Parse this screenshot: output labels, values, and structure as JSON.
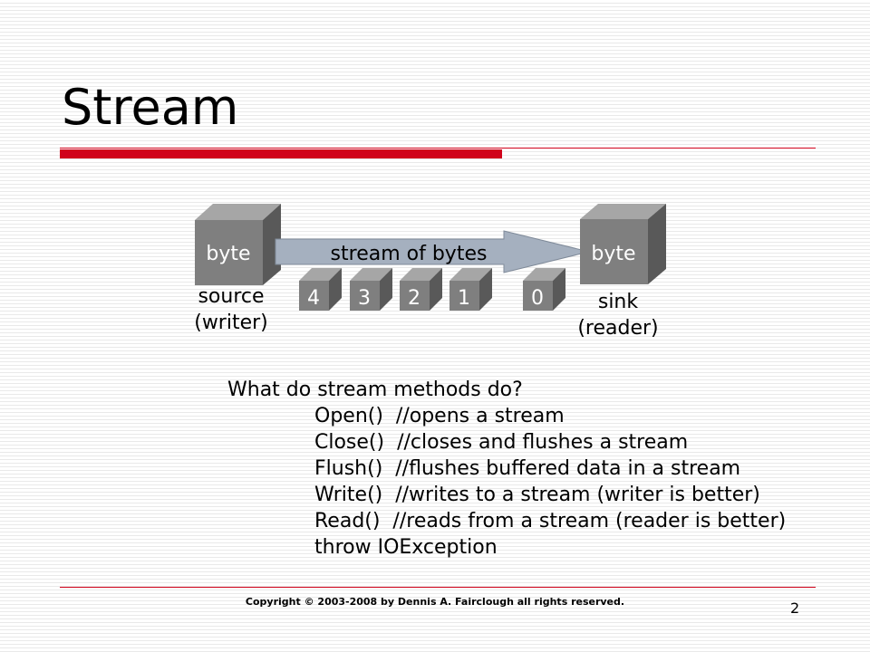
{
  "slide": {
    "title": "Stream",
    "page_number": "2",
    "copyright": "Copyright © 2003-2008 by Dennis A. Fairclough all rights reserved."
  },
  "diagram": {
    "source_box_label": "byte",
    "sink_box_label": "byte",
    "arrow_label": "stream of bytes",
    "source_label_line1": "source",
    "source_label_line2": "(writer)",
    "sink_label_line1": "sink",
    "sink_label_line2": "(reader)",
    "byte_cubes": [
      "4",
      "3",
      "2",
      "1",
      "0"
    ],
    "colors": {
      "cube_front": "#7f7f7f",
      "cube_top": "#a6a6a6",
      "cube_side": "#595959",
      "arrow_fill": "#a5b0bf",
      "accent": "#d0021b"
    }
  },
  "body": {
    "question": "What do stream methods do?",
    "lines": [
      "Open()  //opens a stream",
      "Close()  //closes and flushes a stream",
      "Flush()  //flushes buffered data in a stream",
      "Write()  //writes to a stream (writer is better)",
      "Read()  //reads from a stream (reader is better)",
      "throw IOException"
    ]
  }
}
